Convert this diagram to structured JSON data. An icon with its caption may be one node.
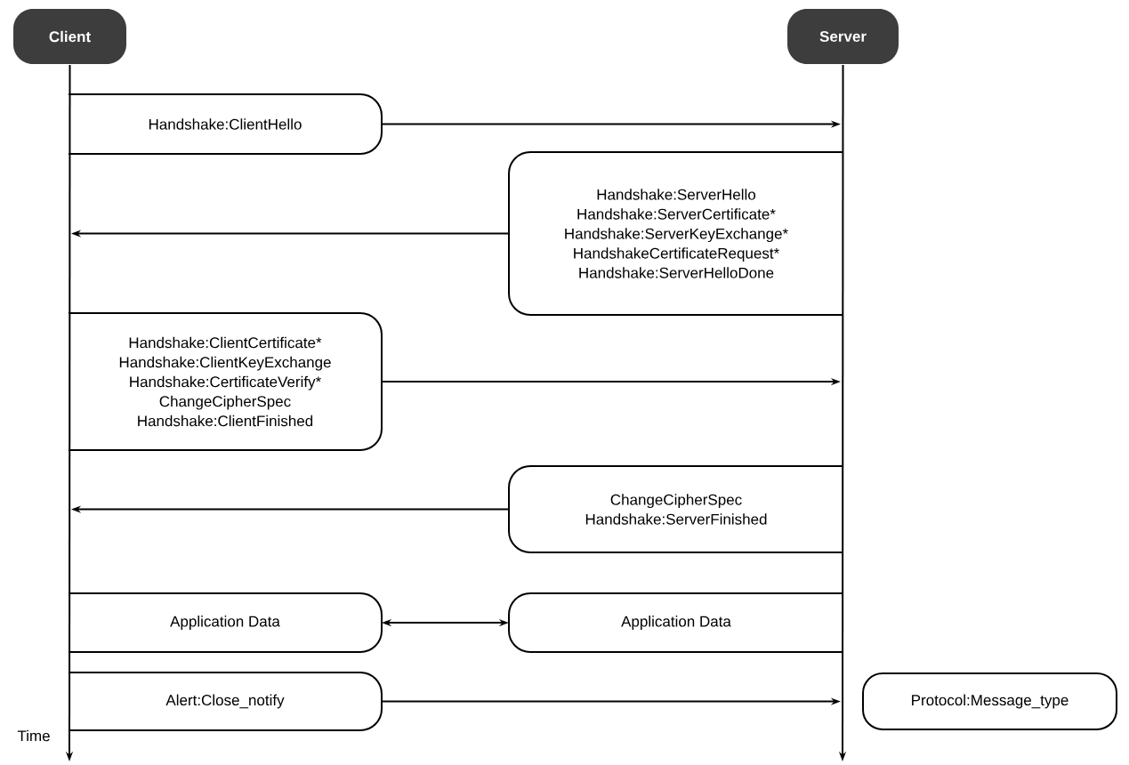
{
  "diagram": {
    "nodes": [
      {
        "text": [
          "Client"
        ]
      },
      {
        "text": [
          "Server"
        ]
      },
      {
        "text": [
          "Handshake:ClientHello"
        ]
      },
      {
        "text": [
          "Handshake:ServerHello",
          "Handshake:ServerCertificate*",
          "Handshake:ServerKeyExchange*",
          "HandshakeCertificateRequest*",
          "Handshake:ServerHelloDone"
        ]
      },
      {
        "text": [
          "Handshake:ClientCertificate*",
          "Handshake:ClientKeyExchange",
          "Handshake:CertificateVerify*",
          "ChangeCipherSpec",
          "Handshake:ClientFinished"
        ]
      },
      {
        "text": [
          "ChangeCipherSpec",
          "Handshake:ServerFinished"
        ]
      },
      {
        "text": [
          "Application Data"
        ]
      },
      {
        "text": [
          "Application Data"
        ]
      },
      {
        "text": [
          "Alert:Close_notify"
        ]
      },
      {
        "text": [
          "Protocol:Message_type"
        ]
      }
    ],
    "edges": [
      {
        "from": 0,
        "to": null,
        "arrow": "to"
      },
      {
        "from": 1,
        "to": null,
        "arrow": "to"
      },
      {
        "from": 2,
        "to": null,
        "arrow": "to"
      },
      {
        "from": 3,
        "to": null,
        "arrow": "to"
      },
      {
        "from": 4,
        "to": null,
        "arrow": "to"
      },
      {
        "from": 5,
        "to": null,
        "arrow": "to"
      },
      {
        "from": 6,
        "to": 7,
        "arrow": "both"
      },
      {
        "from": 8,
        "to": null,
        "arrow": "to"
      }
    ],
    "labels": [
      "Time"
    ]
  }
}
